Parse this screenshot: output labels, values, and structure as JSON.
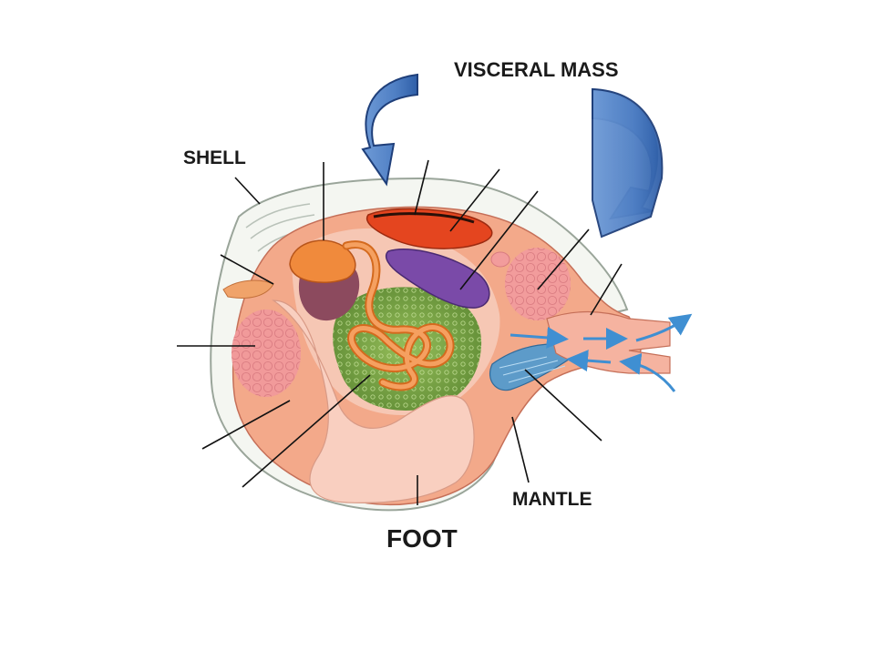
{
  "labels": {
    "visceral_mass": "VISCERAL MASS",
    "shell": "SHELL",
    "mantle": "MANTLE",
    "foot": "FOOT"
  },
  "colors": {
    "arrow_fill": "#4f7fc4",
    "arrow_stroke": "#1f3f7a",
    "shell_edge": "#e6ece6",
    "mantle": "#f3a98a",
    "foot": "#f9cfc0",
    "gonad_green": "#7fa84a",
    "intestine_orange": "#f08a3c",
    "heart_red": "#e4451f",
    "kidney_purple": "#7a4aa8",
    "gill_blue": "#5d9bc9",
    "water_arrow": "#3f8fd2",
    "leader_line": "#111111"
  },
  "icons": {
    "curved_arrow_left": "curved-arrow-icon",
    "curved_arrow_right": "curved-arrow-icon",
    "water_flow": "water-flow-arrow-icon"
  }
}
